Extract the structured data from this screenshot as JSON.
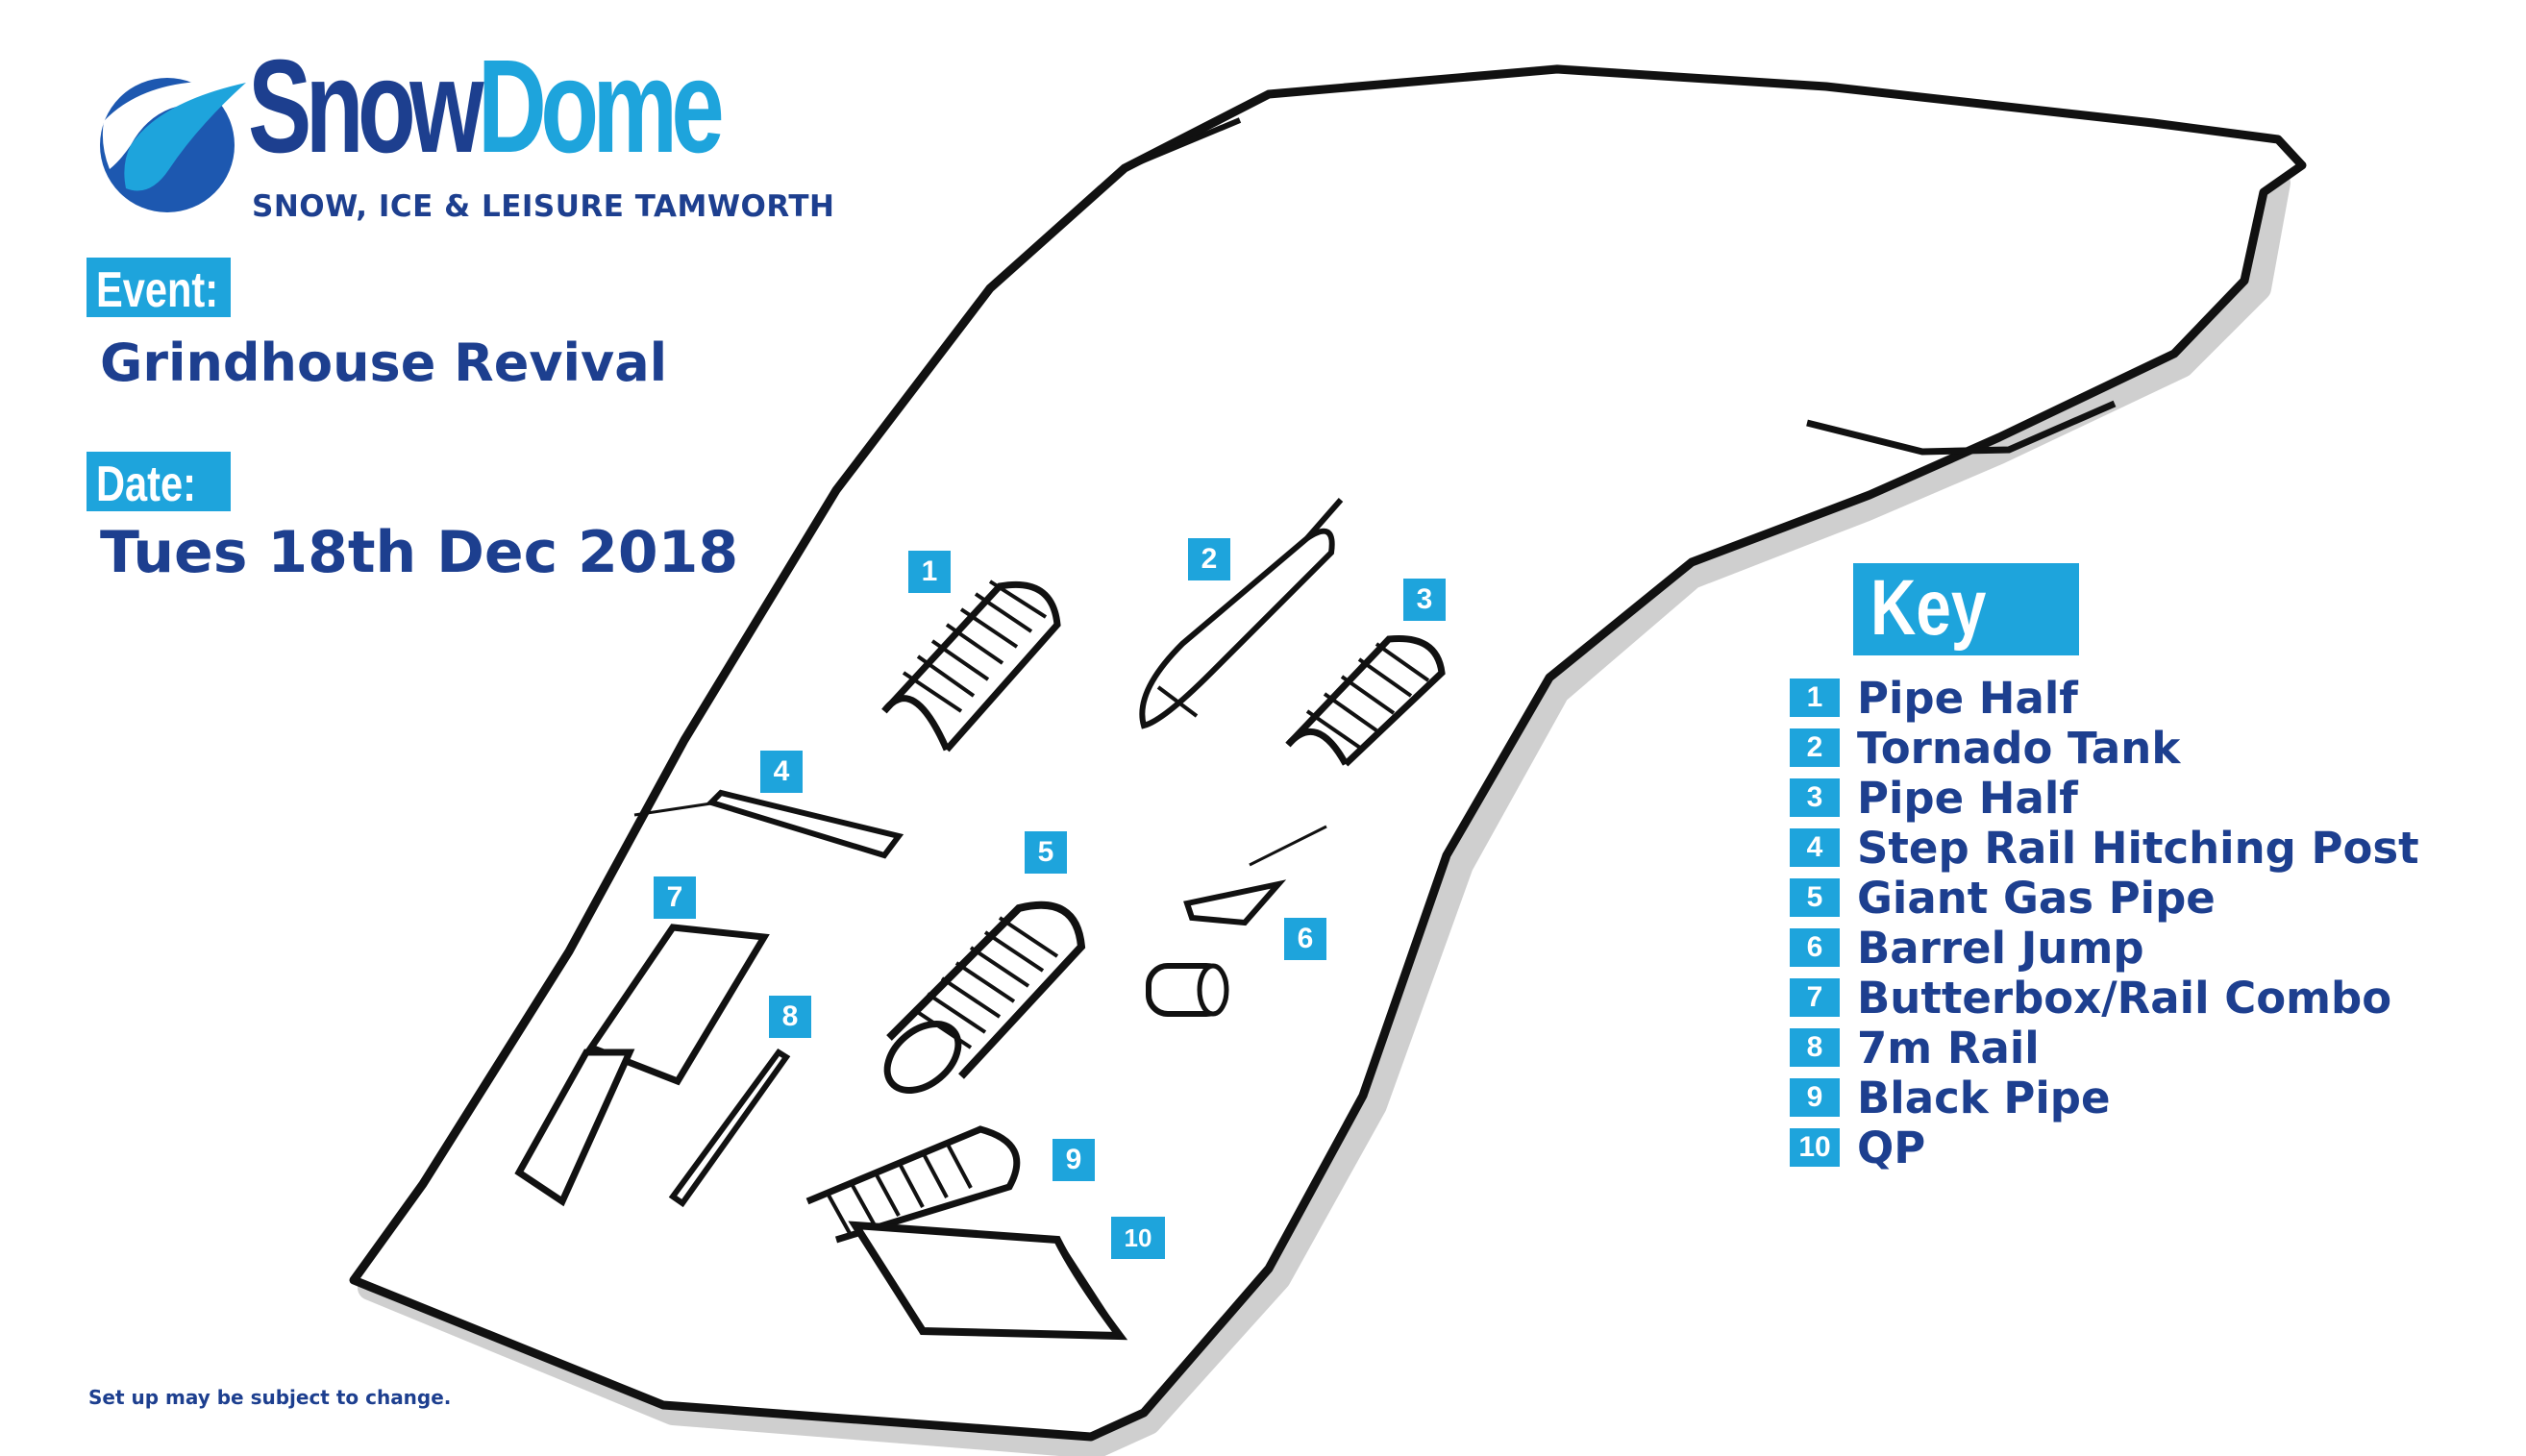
{
  "logo": {
    "name_part1": "Snow",
    "name_part2": "Dome",
    "subtitle": "SNOW, ICE & LEISURE TAMWORTH",
    "icon": "swoosh-globe-icon"
  },
  "event": {
    "label": "Event:",
    "name": "Grindhouse Revival"
  },
  "date": {
    "label": "Date:",
    "value": "Tues 18th Dec 2018"
  },
  "key": {
    "title": "Key",
    "items": [
      {
        "num": "1",
        "label": "Pipe Half"
      },
      {
        "num": "2",
        "label": "Tornado Tank"
      },
      {
        "num": "3",
        "label": "Pipe Half"
      },
      {
        "num": "4",
        "label": "Step Rail Hitching Post"
      },
      {
        "num": "5",
        "label": "Giant Gas Pipe"
      },
      {
        "num": "6",
        "label": "Barrel Jump"
      },
      {
        "num": "7",
        "label": "Butterbox/Rail Combo"
      },
      {
        "num": "8",
        "label": "7m Rail"
      },
      {
        "num": "9",
        "label": "Black Pipe"
      },
      {
        "num": "10",
        "label": "QP"
      }
    ]
  },
  "map_markers": [
    "1",
    "2",
    "3",
    "4",
    "5",
    "6",
    "7",
    "8",
    "9",
    "10"
  ],
  "disclaimer": "Set up may be subject to change.",
  "colors": {
    "navy": "#1d3f8f",
    "sky_blue": "#1ea4dc",
    "outline": "#111111",
    "shadow": "#c8c8c8"
  }
}
